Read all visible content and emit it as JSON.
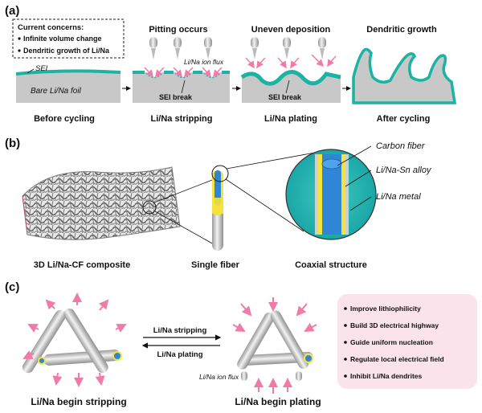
{
  "panel_a": {
    "label": "(a)",
    "concerns": {
      "title": "Current concerns:",
      "items": [
        "Infinite volume change",
        "Dendritic growth of Li/Na"
      ]
    },
    "titles": [
      "Pitting occurs",
      "Uneven deposition",
      "Dendritic growth"
    ],
    "annotations": {
      "sei": "SEI",
      "foil": "Bare Li/Na foil",
      "flux": "Li/Na ion flux",
      "sei_break_1": "SEI break",
      "sei_break_2": "SEI break"
    },
    "stages": [
      "Before cycling",
      "Li/Na stripping",
      "Li/Na plating",
      "After cycling"
    ]
  },
  "panel_b": {
    "label": "(b)",
    "callouts": [
      "Carbon fiber",
      "Li/Na-Sn alloy",
      "Li/Na metal"
    ],
    "captions": [
      "3D Li/Na-CF composite",
      "Single fiber",
      "Coaxial structure"
    ]
  },
  "panel_c": {
    "label": "(c)",
    "arrow_top": "Li/Na stripping",
    "arrow_bottom": "Li/Na plating",
    "flux": "Li/Na ion flux",
    "captions": [
      "Li/Na begin stripping",
      "Li/Na begin plating"
    ],
    "benefits": [
      "Improve lithiophilicity",
      "Build 3D electrical highway",
      "Guide uniform nucleation",
      "Regulate local electrical field",
      "Inhibit Li/Na dendrites"
    ]
  },
  "colors": {
    "sei": "#1bb3a3",
    "foil": "#c8c8c8",
    "ion_arrow": "#f07aa8",
    "carbon_fiber": "#2f86d6",
    "alloy": "#f4e33a",
    "benefit_box": "#fbe3ec"
  }
}
